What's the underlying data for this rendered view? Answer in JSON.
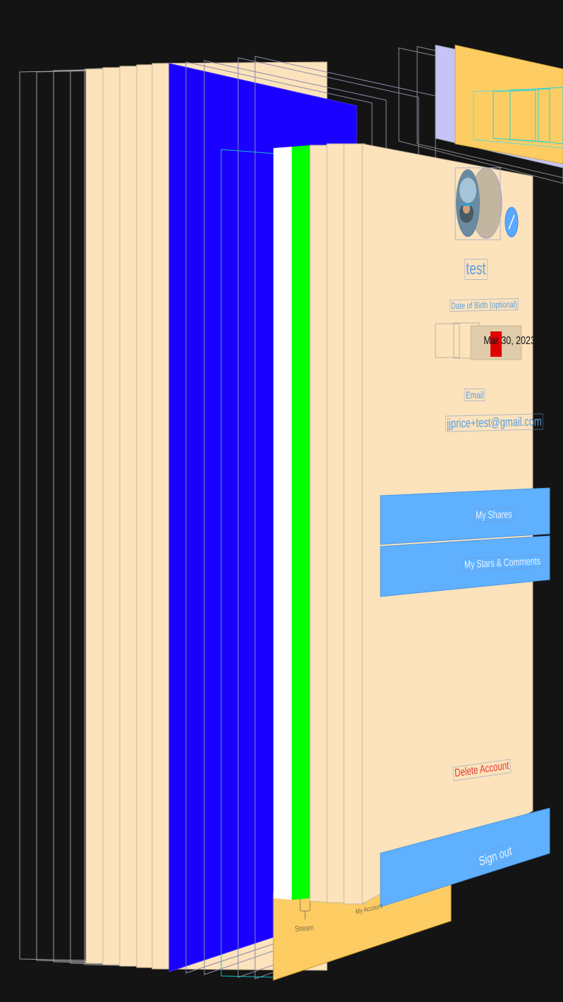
{
  "profile": {
    "name": "test",
    "dob_label": "Date of Birth (optional)",
    "dob_value": "Mar 30, 2023",
    "email_label": "Email",
    "email_value": "jjprice+test@gmail.com",
    "avatar_icon": "user-photo",
    "edit_icon": "pencil-icon"
  },
  "buttons": {
    "my_shares": "My Shares",
    "my_stars_comments": "My Stars & Comments",
    "delete_account": "Delete Account",
    "sign_out": "Sign out"
  },
  "tabbar": {
    "stream": "Stream",
    "my_account": "My Account"
  },
  "colors": {
    "background": "#141414",
    "layer_fill": "#fce3bb",
    "blue_layer": "#1a00ff",
    "green_layer": "#00ff00",
    "button_blue": "#5fb1ff",
    "tab_bar": "#fdcd63",
    "delete_red": "#e53935"
  }
}
